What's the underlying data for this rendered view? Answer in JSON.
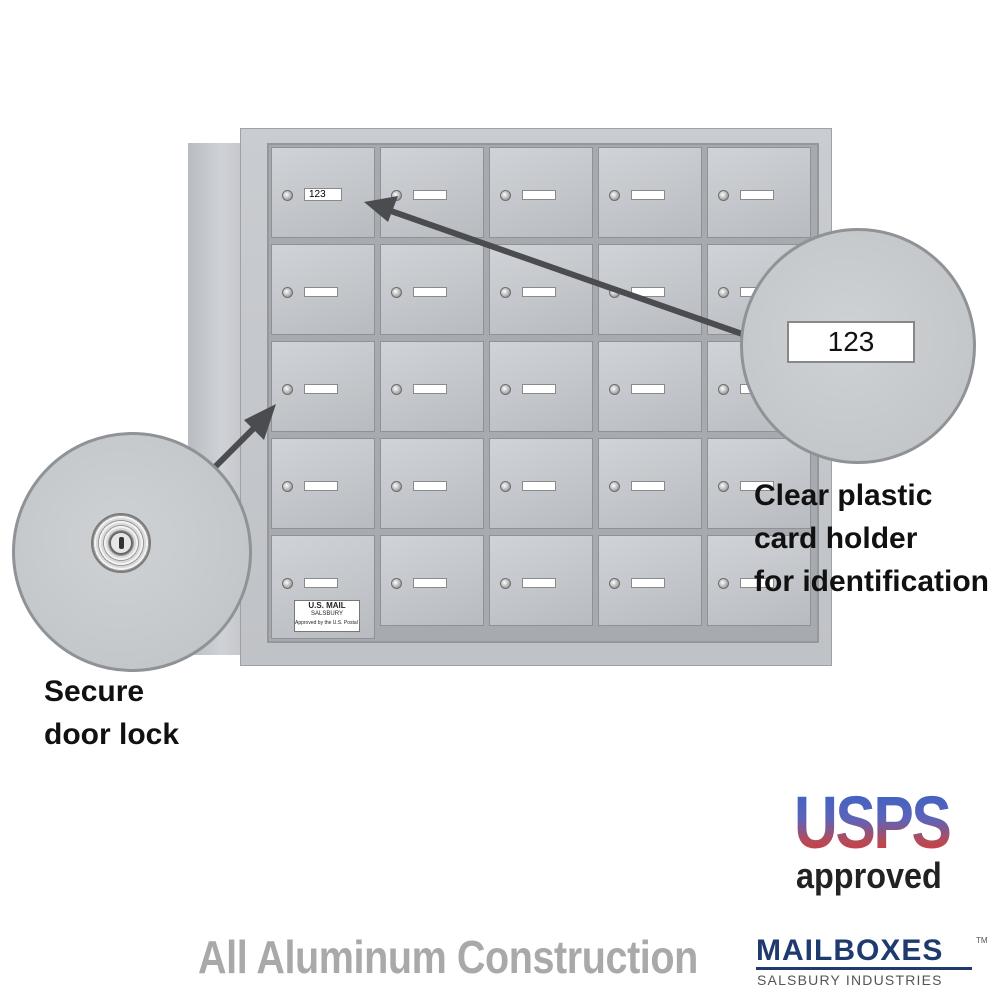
{
  "mailbox": {
    "card_number_label": "123",
    "us_mail_label": {
      "title": "U.S. MAIL",
      "line1": "SALSBURY",
      "line2": "Approved by the U.S. Postal Service"
    }
  },
  "zoom_card": {
    "text": "123"
  },
  "captions": {
    "card_holder": [
      "Clear plastic",
      "card holder",
      "for identification"
    ],
    "door_lock": [
      "Secure",
      "door lock"
    ]
  },
  "construction_text": "All Aluminum Construction",
  "usps_badge": {
    "usps": "USPS",
    "approved": "approved"
  },
  "brand_logo": {
    "name": "MAILBOXES",
    "tm": "TM",
    "sub": "SALSBURY INDUSTRIES"
  },
  "colors": {
    "aluminum": "#c4c7ca",
    "usps_blue": "#3a63c6",
    "usps_red": "#d6343a",
    "logo_navy": "#1e3a6e",
    "construction_gray": "#a9a9a9"
  },
  "icons": [
    "lock-icon",
    "arrow-icon"
  ]
}
